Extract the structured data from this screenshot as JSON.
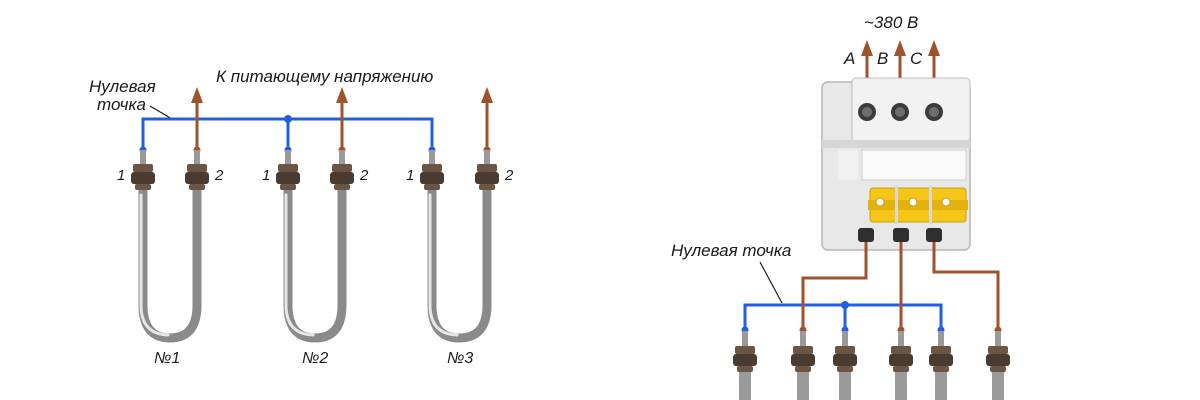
{
  "left_diagram": {
    "neutral_point_line1": "Нулевая",
    "neutral_point_line2": "точка",
    "supply_label": "К питающему напряжению",
    "heaters": [
      {
        "label": "№1",
        "terminal_left": "1",
        "terminal_right": "2"
      },
      {
        "label": "№2",
        "terminal_left": "1",
        "terminal_right": "2"
      },
      {
        "label": "№3",
        "terminal_left": "1",
        "terminal_right": "2"
      }
    ]
  },
  "right_diagram": {
    "voltage_label": "~380 В",
    "phases": [
      "A",
      "B",
      "C"
    ],
    "neutral_point_label": "Нулевая точка"
  },
  "colors": {
    "neutral_wire": "#1f5fe0",
    "phase_wire": "#a0522d",
    "breaker_body": "#e8e8e8",
    "breaker_toggle": "#f5c518"
  }
}
